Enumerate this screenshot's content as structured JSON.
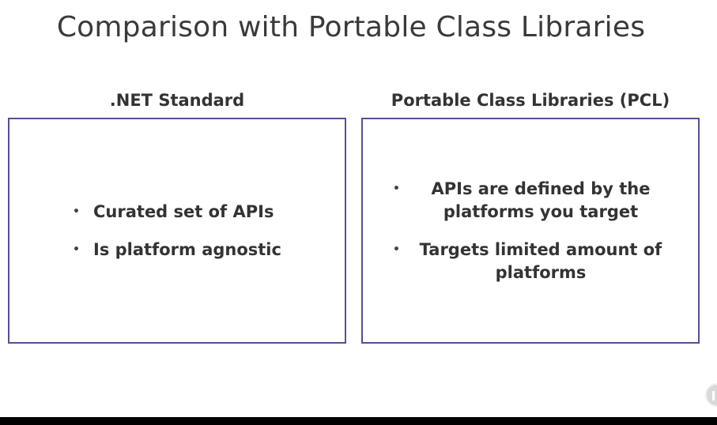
{
  "slide": {
    "title": "Comparison with Portable Class Libraries"
  },
  "columns": [
    {
      "heading": ".NET Standard",
      "bullets": [
        "Curated set of APIs",
        "Is platform agnostic"
      ]
    },
    {
      "heading": "Portable Class Libraries (PCL)",
      "bullets": [
        "APIs are defined by the platforms you target",
        "Targets limited amount of platforms"
      ]
    }
  ],
  "bullet_glyph": "•",
  "colors": {
    "box_border": "#5e4b99",
    "text": "#333333",
    "background": "#ffffff"
  },
  "icons": {
    "corner_button": "pause-icon"
  }
}
